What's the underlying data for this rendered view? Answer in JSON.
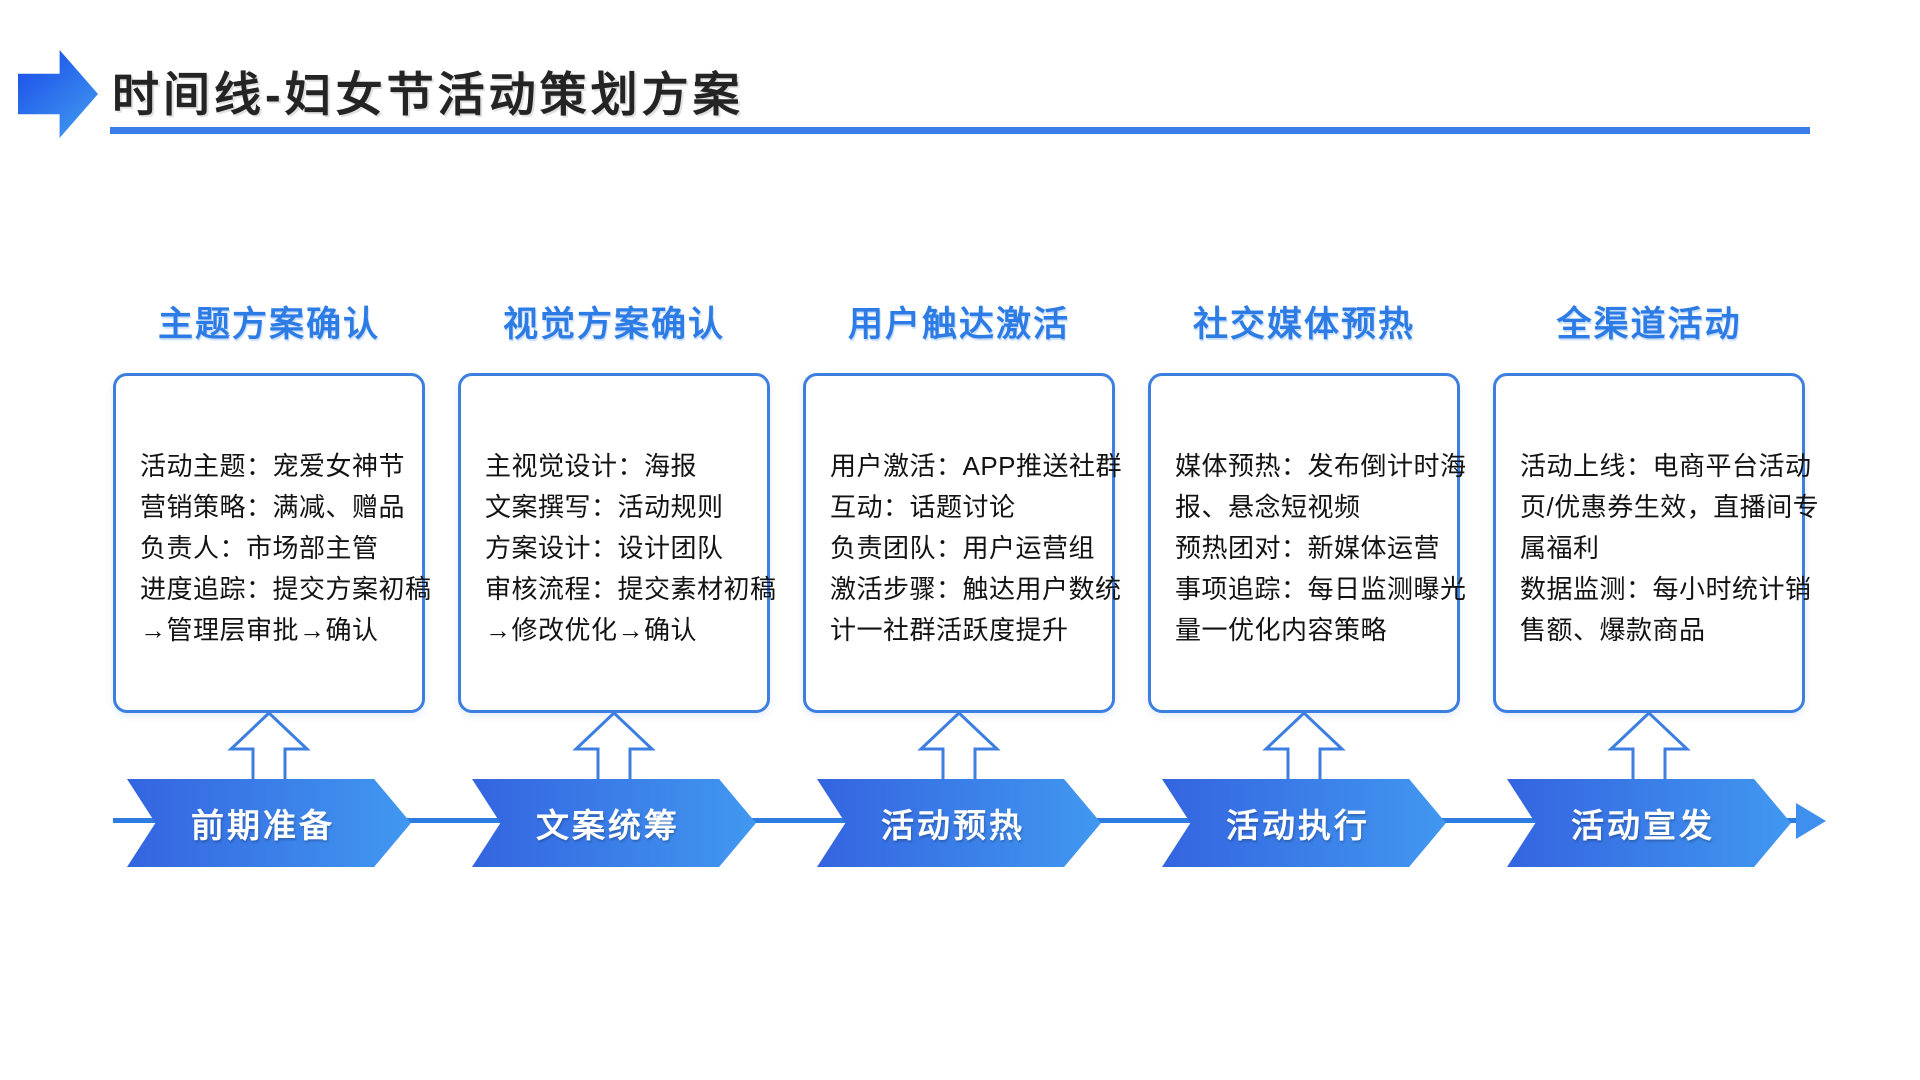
{
  "title": {
    "text": "时间线-妇女节活动策划方案"
  },
  "icons": {
    "title_arrow": "right-arrow-icon",
    "timeline_end": "right-arrowhead-icon",
    "stage_connector": "up-arrow-icon"
  },
  "colors": {
    "accent_blue": "#2d7ce5",
    "box_border": "#3d7fe0",
    "underline": "#3b7de8",
    "timeline_line": "#2e7ce2",
    "timeline_arrowhead": "#3f8fee",
    "banner_gradient_start": "#3464e0",
    "banner_gradient_end": "#4198f0",
    "title_text": "#242424",
    "body_text": "#131313",
    "banner_text": "#ffffff"
  },
  "stages": [
    {
      "header": "主题方案确认",
      "details": [
        "活动主题：宠爱女神节",
        "营销策略：满减、赠品",
        "负责人：市场部主管",
        "进度追踪：提交方案初稿",
        "→管理层审批→确认"
      ],
      "banner": "前期准备"
    },
    {
      "header": "视觉方案确认",
      "details": [
        "主视觉设计：海报",
        "文案撰写：活动规则",
        "方案设计：设计团队",
        "审核流程：提交素材初稿",
        "→修改优化→确认"
      ],
      "banner": "文案统筹"
    },
    {
      "header": "用户触达激活",
      "details": [
        "用户激活：APP推送社群",
        "互动：话题讨论",
        "负责团队：用户运营组",
        "激活步骤：触达用户数统",
        "计一社群活跃度提升"
      ],
      "banner": "活动预热"
    },
    {
      "header": "社交媒体预热",
      "details": [
        "媒体预热：发布倒计时海",
        "报、悬念短视频",
        "预热团对：新媒体运营",
        "事项追踪：每日监测曝光",
        "量一优化内容策略"
      ],
      "banner": "活动执行"
    },
    {
      "header": "全渠道活动",
      "details": [
        "活动上线：电商平台活动",
        "页/优惠券生效，直播间专",
        "属福利",
        "数据监测：每小时统计销",
        "售额、爆款商品"
      ],
      "banner": "活动宣发"
    }
  ]
}
